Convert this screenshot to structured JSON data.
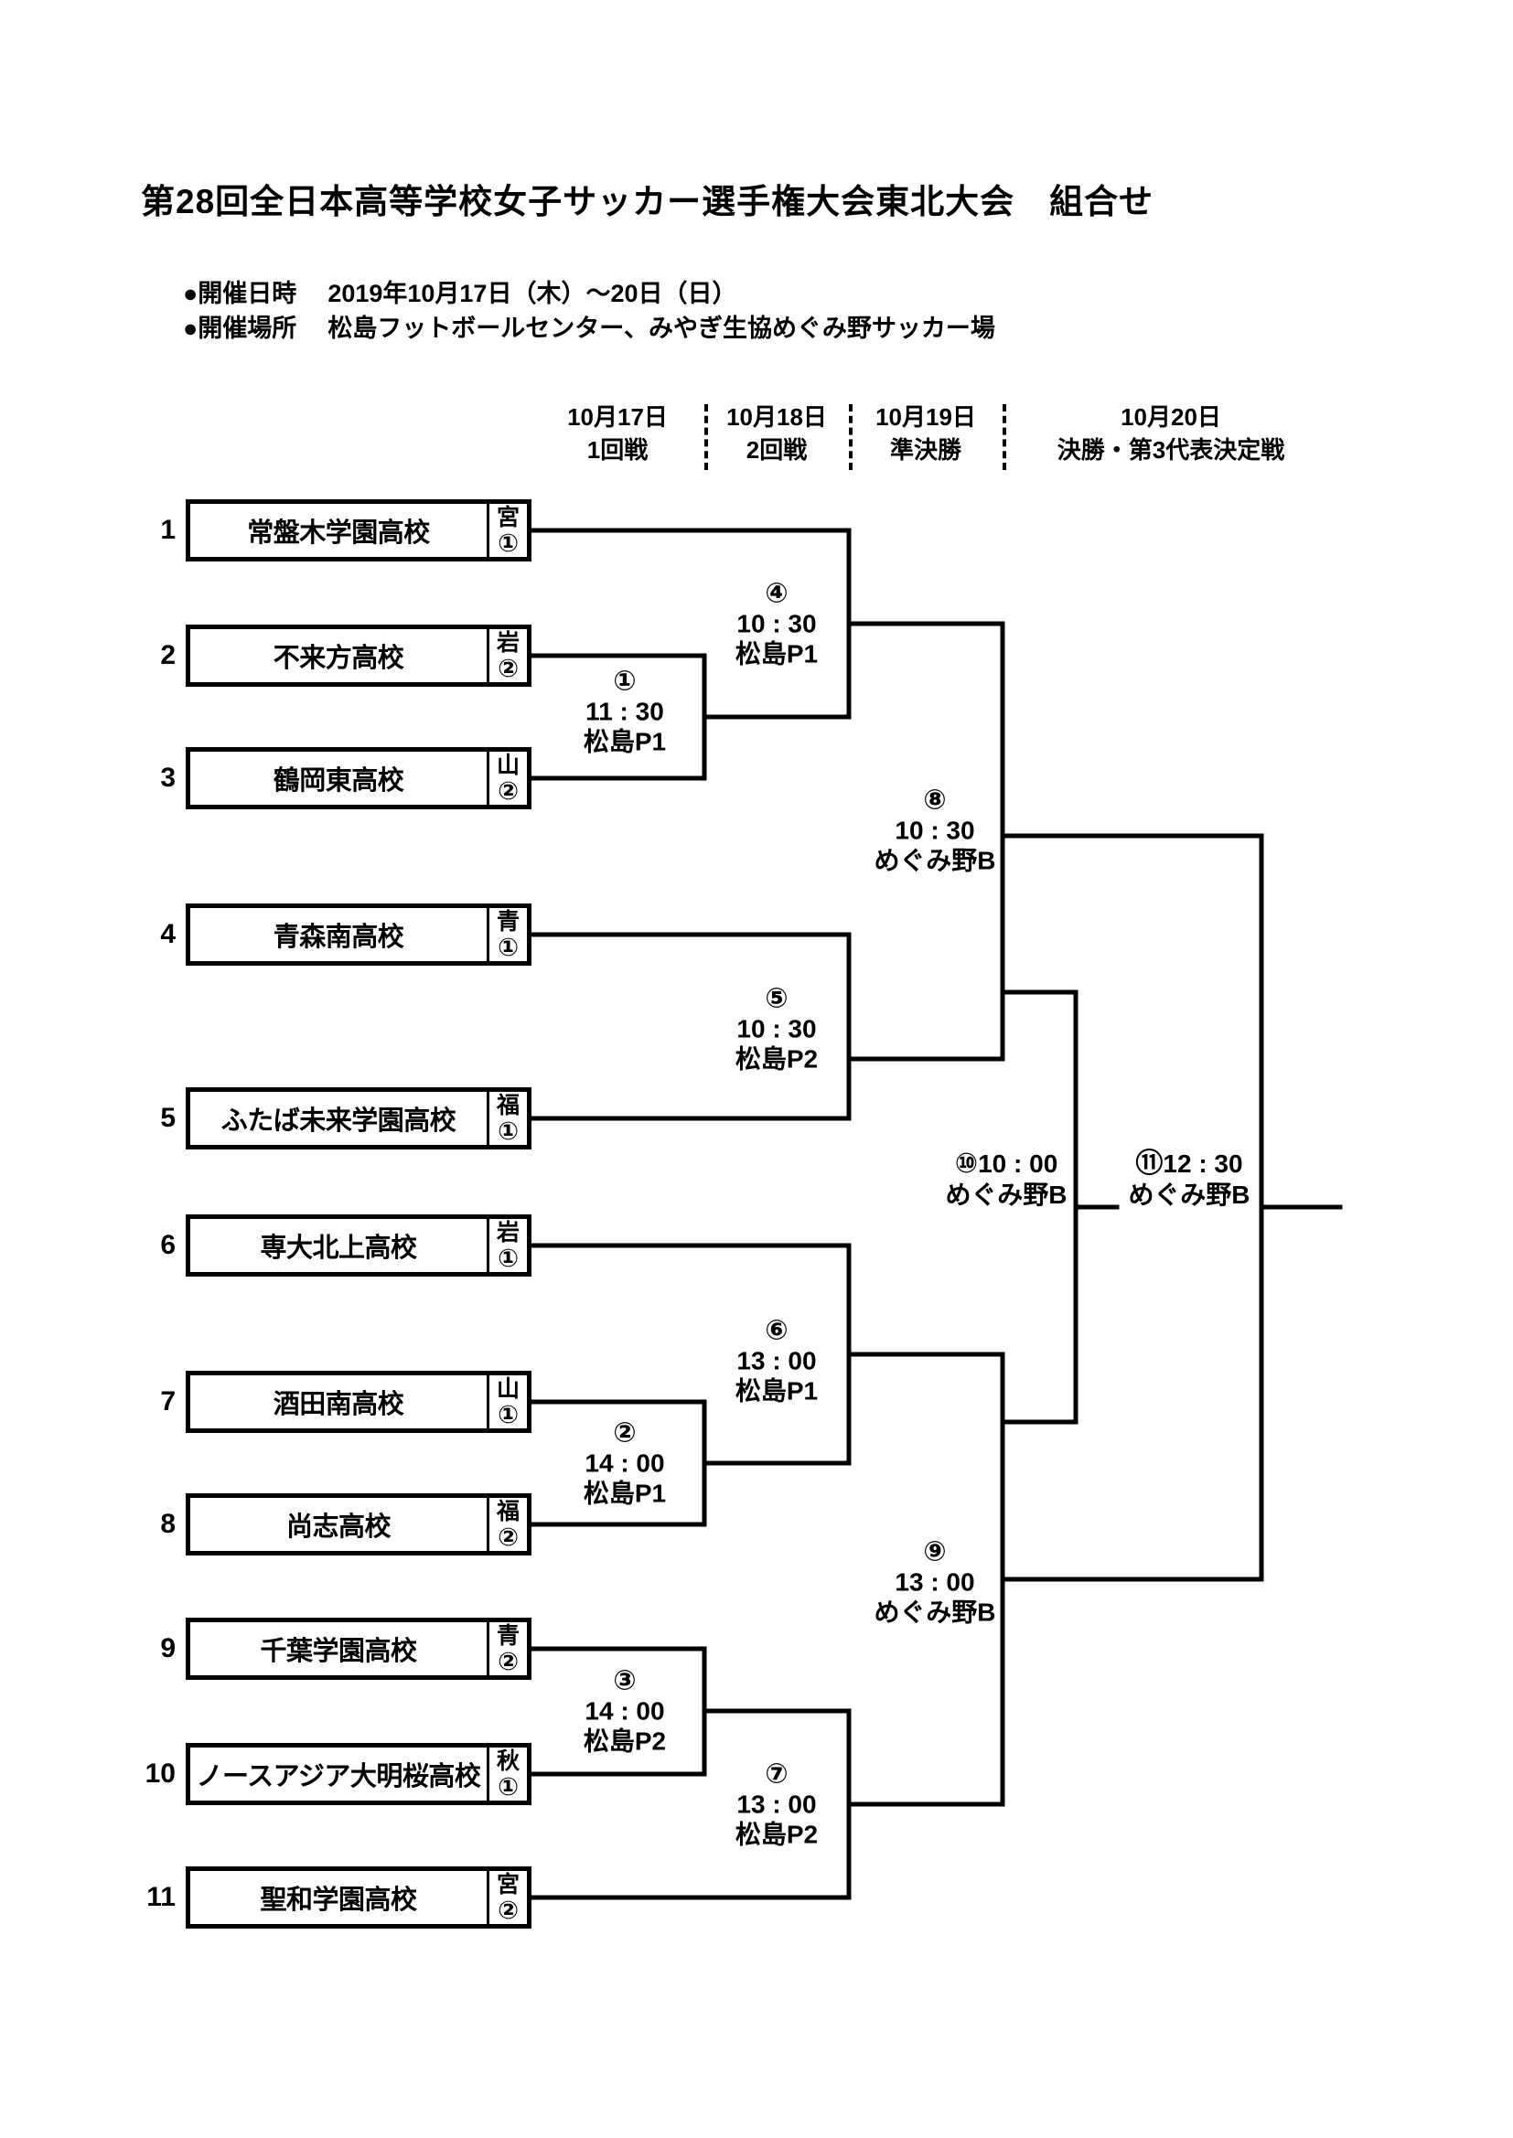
{
  "page_title": "第28回全日本高等学校女子サッカー選手権大会東北大会　組合せ",
  "event": {
    "datetime_label": "●開催日時",
    "datetime": "2019年10月17日（木）～20日（日）",
    "venue_label": "●開催場所",
    "venue": "松島フットボールセンター、みやぎ生協めぐみ野サッカー場"
  },
  "rounds": [
    {
      "date": "10月17日",
      "name": "1回戦"
    },
    {
      "date": "10月18日",
      "name": "2回戦"
    },
    {
      "date": "10月19日",
      "name": "準決勝"
    },
    {
      "date": "10月20日",
      "name": "決勝・第3代表決定戦"
    }
  ],
  "teams": [
    {
      "no": "1",
      "name": "常盤木学園高校",
      "pref": "宮",
      "seed": "①"
    },
    {
      "no": "2",
      "name": "不来方高校",
      "pref": "岩",
      "seed": "②"
    },
    {
      "no": "3",
      "name": "鶴岡東高校",
      "pref": "山",
      "seed": "②"
    },
    {
      "no": "4",
      "name": "青森南高校",
      "pref": "青",
      "seed": "①"
    },
    {
      "no": "5",
      "name": "ふたば未来学園高校",
      "pref": "福",
      "seed": "①"
    },
    {
      "no": "6",
      "name": "専大北上高校",
      "pref": "岩",
      "seed": "①"
    },
    {
      "no": "7",
      "name": "酒田南高校",
      "pref": "山",
      "seed": "①"
    },
    {
      "no": "8",
      "name": "尚志高校",
      "pref": "福",
      "seed": "②"
    },
    {
      "no": "9",
      "name": "千葉学園高校",
      "pref": "青",
      "seed": "②"
    },
    {
      "no": "10",
      "name": "ノースアジア大明桜高校",
      "pref": "秋",
      "seed": "①"
    },
    {
      "no": "11",
      "name": "聖和学園高校",
      "pref": "宮",
      "seed": "②"
    }
  ],
  "matches": [
    {
      "id": "①",
      "time": "11 : 30",
      "venue": "松島P1"
    },
    {
      "id": "②",
      "time": "14 : 00",
      "venue": "松島P1"
    },
    {
      "id": "③",
      "time": "14 : 00",
      "venue": "松島P2"
    },
    {
      "id": "④",
      "time": "10 : 30",
      "venue": "松島P1"
    },
    {
      "id": "⑤",
      "time": "10 : 30",
      "venue": "松島P2"
    },
    {
      "id": "⑥",
      "time": "13 : 00",
      "venue": "松島P1"
    },
    {
      "id": "⑦",
      "time": "13 : 00",
      "venue": "松島P2"
    },
    {
      "id": "⑧",
      "time": "10 : 30",
      "venue": "めぐみ野B"
    },
    {
      "id": "⑨",
      "time": "13 : 00",
      "venue": "めぐみ野B"
    }
  ],
  "deciders": [
    {
      "id": "⑩",
      "time": "10 : 00",
      "venue": "めぐみ野B"
    },
    {
      "id": "⑪",
      "time": "12 : 30",
      "venue": "めぐみ野B"
    }
  ]
}
